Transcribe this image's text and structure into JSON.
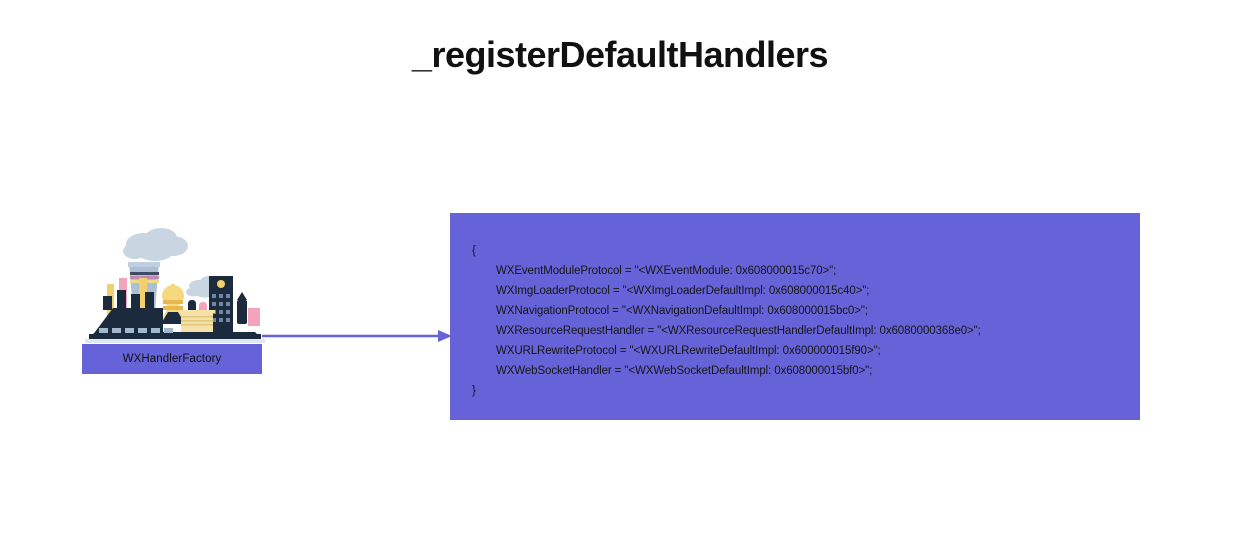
{
  "slide": {
    "title": "_registerDefaultHandlers",
    "background_color": "#ffffff"
  },
  "diagram": {
    "accent_color": "#6663d9",
    "arrow": {
      "icon": "arrow-right-icon",
      "color": "#6663d9",
      "direction": "right"
    },
    "source_node": {
      "label": "WXHandlerFactory",
      "box_color": "#6663d9",
      "text_color": "#111111",
      "illustration": {
        "icon": "factory-illustration",
        "description": "flat illustration of a factory with cooling tower, smokestacks and smoke clouds",
        "colors": {
          "building_dark": "#1b2a3d",
          "tower_blue": "#aebfd3",
          "smoke": "#c8d5e1",
          "stack_yellow": "#f2d06b",
          "stack_pink": "#f3a3bb",
          "window_light": "#bcd3e6",
          "dome_yellow": "#f6d97f",
          "ground": "#dfe7f0"
        }
      }
    },
    "output_node": {
      "panel_color": "#6663d9",
      "text_color": "#161616",
      "code_lines": [
        {
          "text": "{",
          "indent": false
        },
        {
          "text": "WXEventModuleProtocol = \"<WXEventModule: 0x608000015c70>\";",
          "indent": true
        },
        {
          "text": "WXImgLoaderProtocol = \"<WXImgLoaderDefaultImpl: 0x608000015c40>\";",
          "indent": true
        },
        {
          "text": "WXNavigationProtocol = \"<WXNavigationDefaultImpl: 0x608000015bc0>\";",
          "indent": true
        },
        {
          "text": "WXResourceRequestHandler = \"<WXResourceRequestHandlerDefaultImpl: 0x6080000368e0>\";",
          "indent": true
        },
        {
          "text": "WXURLRewriteProtocol = \"<WXURLRewriteDefaultImpl: 0x600000015f90>\";",
          "indent": true
        },
        {
          "text": "WXWebSocketHandler = \"<WXWebSocketDefaultImpl: 0x608000015bf0>\";",
          "indent": true
        },
        {
          "text": "}",
          "indent": false
        }
      ]
    }
  }
}
